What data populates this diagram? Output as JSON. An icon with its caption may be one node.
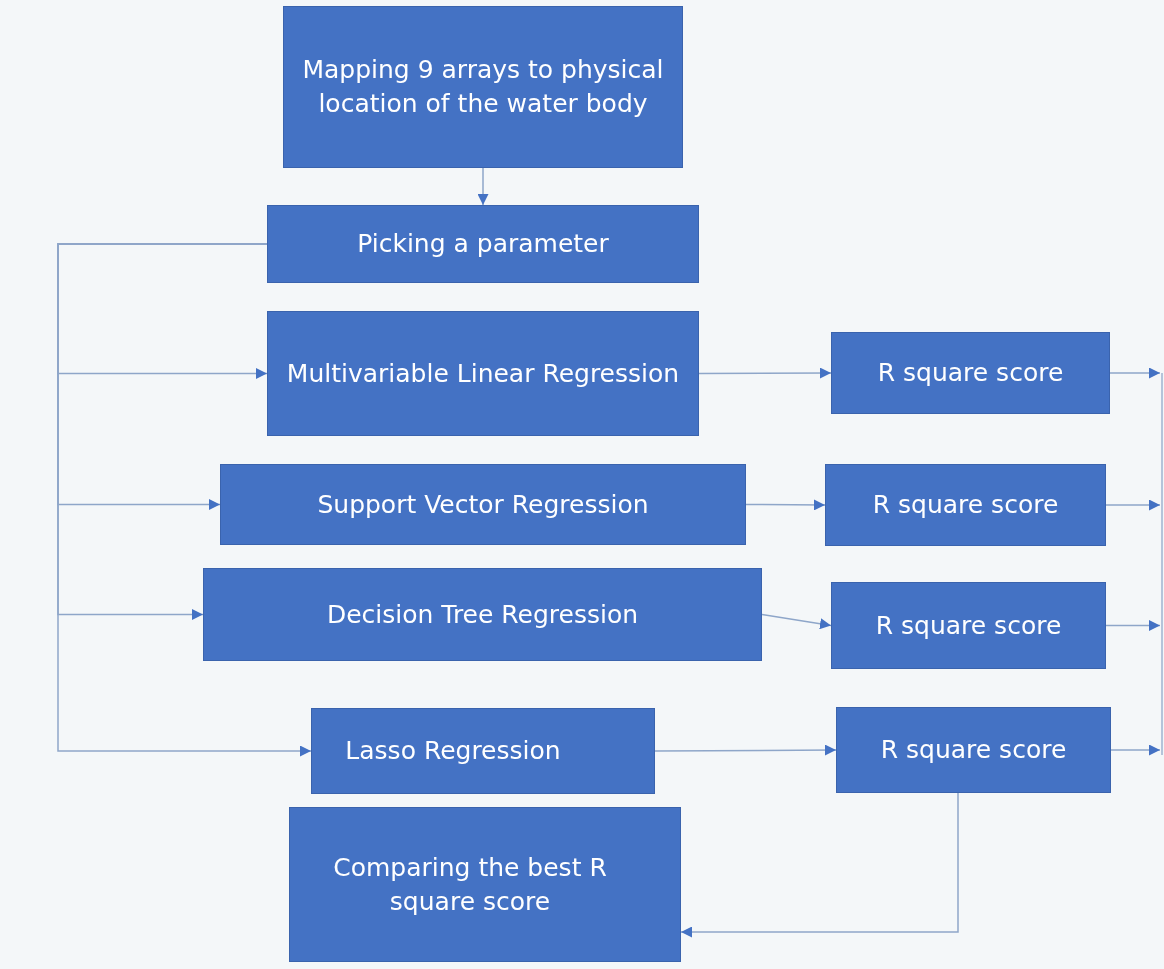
{
  "diagram": {
    "nodes": [
      {
        "text": [
          "Mapping 9 arrays to physical location of the water body"
        ]
      },
      {
        "text": [
          "Picking a parameter"
        ]
      },
      {
        "text": [
          "Multivariable Linear Regression"
        ]
      },
      {
        "text": [
          "Support Vector Regression"
        ]
      },
      {
        "text": [
          "Decision Tree Regression"
        ]
      },
      {
        "text": [
          "Lasso Regression"
        ]
      },
      {
        "text": [
          "R square score"
        ]
      },
      {
        "text": [
          "R square score"
        ]
      },
      {
        "text": [
          "R square score"
        ]
      },
      {
        "text": [
          "R square score"
        ]
      },
      {
        "text": [
          "Comparing the best R square score"
        ]
      }
    ],
    "edges": [
      {
        "from": 0,
        "to": 1,
        "arrow": "to"
      },
      {
        "from": 1,
        "to": 2,
        "arrow": "to"
      },
      {
        "from": 1,
        "to": 3,
        "arrow": "to"
      },
      {
        "from": 1,
        "to": 4,
        "arrow": "to"
      },
      {
        "from": 1,
        "to": 5,
        "arrow": "to"
      },
      {
        "from": 2,
        "to": 6,
        "arrow": "to"
      },
      {
        "from": 3,
        "to": 7,
        "arrow": "to"
      },
      {
        "from": 4,
        "to": 8,
        "arrow": "to"
      },
      {
        "from": 5,
        "to": 9,
        "arrow": "to"
      },
      {
        "from": 6,
        "to": null,
        "arrow": "to"
      },
      {
        "from": 7,
        "to": null,
        "arrow": "to"
      },
      {
        "from": 8,
        "to": null,
        "arrow": "to"
      },
      {
        "from": 9,
        "to": null,
        "arrow": "to"
      },
      {
        "from": 9,
        "to": 10,
        "arrow": "to"
      }
    ]
  }
}
